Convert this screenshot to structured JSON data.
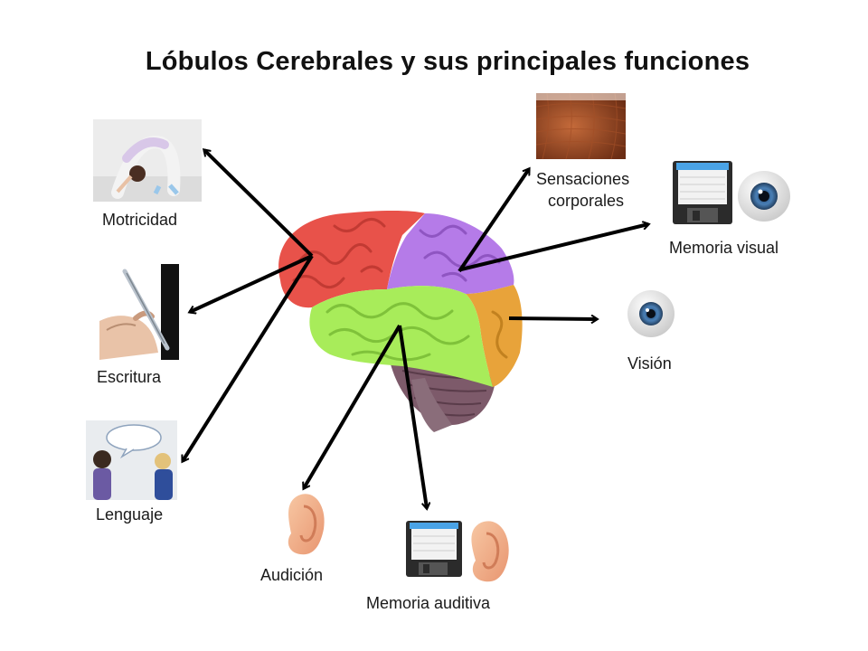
{
  "title": "Lóbulos Cerebrales y sus principales funciones",
  "functions": {
    "motricidad": "Motricidad",
    "escritura": "Escritura",
    "lenguaje": "Lenguaje",
    "sensaciones_line1": "Sensaciones",
    "sensaciones_line2": "corporales",
    "memoria_visual": "Memoria visual",
    "vision": "Visión",
    "audicion": "Audición",
    "memoria_auditiva": "Memoria auditiva"
  },
  "lobe_colors": {
    "frontal": "#e8524a",
    "parietal": "#b57be8",
    "temporal": "#a8ec5a",
    "occipital": "#e8a33a",
    "cerebellum": "#7d5a6a"
  }
}
